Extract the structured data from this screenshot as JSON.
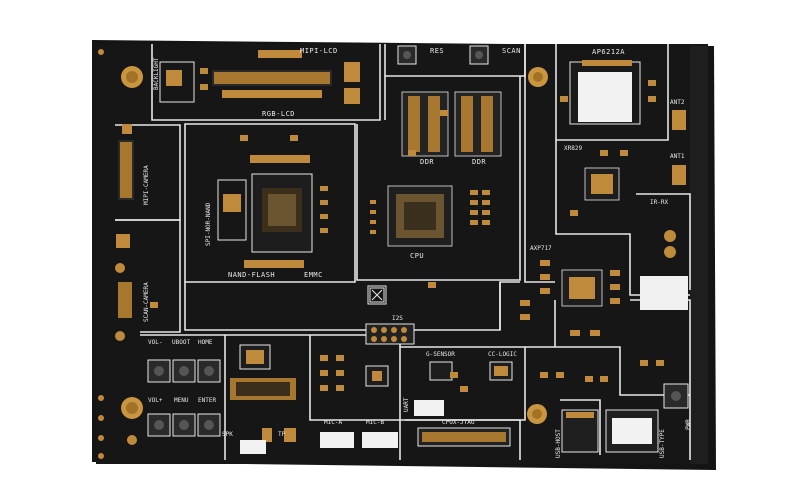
{
  "scene": {
    "board_color": "#141414",
    "silkscreen_color": "#e8e8e8",
    "pad_color": "#c08a3c",
    "background_color": "#ffffff"
  },
  "labels": {
    "mipi_lcd": "MIPI-LCD",
    "backlight": "BACKLIGHT",
    "rgb_lcd": "RGB-LCD",
    "res": "RES",
    "scan": "SCAN",
    "ap6212a": "AP6212A",
    "ant2": "ANT2",
    "ant1": "ANT1",
    "xr829": "XR829",
    "ddr_left": "DDR",
    "ddr_right": "DDR",
    "mipi_camera": "MIPI-CAMERA",
    "spi_nor_nand": "SPI-NOR-NAND",
    "nand_flash": "NAND-FLASH",
    "emmc": "EMMC",
    "cpu": "CPU",
    "axp717": "AXP717",
    "ir_rx": "IR-RX",
    "i2s": "I2S",
    "scan_camera": "SCAN-CAMERA",
    "vol_minus": "VOL-",
    "uboot": "UBOOT",
    "home": "HOME",
    "vol_plus": "VOL+",
    "menu": "MENU",
    "enter": "ENTER",
    "g_sensor": "G-SENSOR",
    "cc_logic": "CC-LOGIC",
    "mic_a": "MIC-A",
    "mic_b": "MIC-B",
    "spk": "SPK",
    "tp": "TP",
    "uart": "UART",
    "cpux_jtag": "CPUX-JTAG",
    "usb_host": "USB-HOST",
    "usb_type": "USB-TYPE",
    "pwr": "PWR"
  }
}
